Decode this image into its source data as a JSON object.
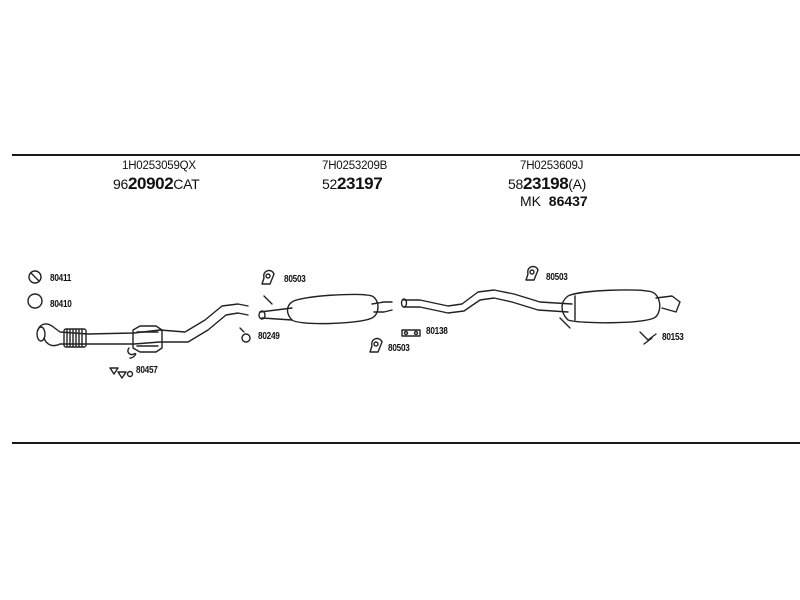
{
  "columns": [
    {
      "oem": "1H0253059QX",
      "pn_prefix": "96",
      "pn_main": "20902",
      "pn_suffix": "CAT"
    },
    {
      "oem": "7H0253209B",
      "pn_prefix": "52",
      "pn_main": "23197",
      "pn_suffix": ""
    },
    {
      "oem": "7H0253609J",
      "pn_prefix": "58",
      "pn_main": "23198",
      "pn_suffix": "(A)"
    }
  ],
  "mk": {
    "prefix": "MK",
    "number": "86437"
  },
  "parts": [
    {
      "id": "p1",
      "label": "80411"
    },
    {
      "id": "p2",
      "label": "80410"
    },
    {
      "id": "p3",
      "label": "80457"
    },
    {
      "id": "p4",
      "label": "80503"
    },
    {
      "id": "p5",
      "label": "80249"
    },
    {
      "id": "p6",
      "label": "80503"
    },
    {
      "id": "p7",
      "label": "80138"
    },
    {
      "id": "p8",
      "label": "80503"
    },
    {
      "id": "p9",
      "label": "80153"
    }
  ]
}
